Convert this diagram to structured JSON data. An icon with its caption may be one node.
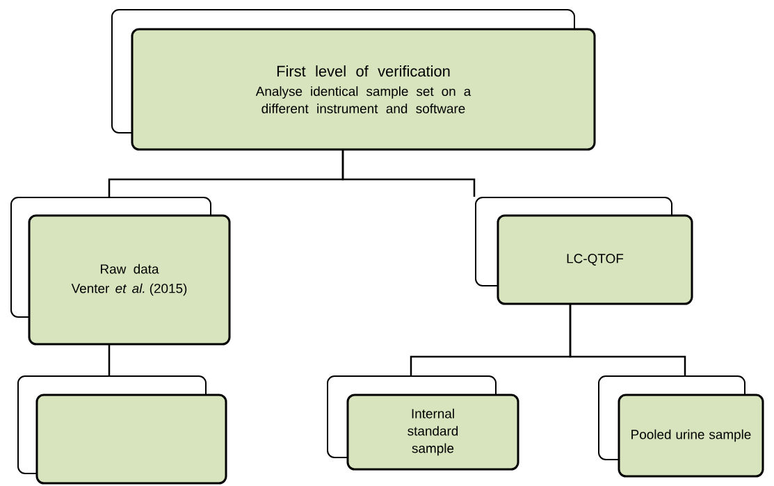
{
  "diagram": {
    "nodes": [
      {
        "text": [
          "First level of verification",
          "Analyse identical sample set on a different instrument and software"
        ]
      },
      {
        "text": [
          "Raw data",
          "Venter *et al.* (2015)"
        ]
      },
      {
        "text": [],
        "shape": "box"
      },
      {
        "text": [
          "LC-QTOF"
        ]
      },
      {
        "text": [
          "Internal standard sample"
        ]
      },
      {
        "text": [
          "Pooled urine sample"
        ]
      }
    ],
    "edges": [
      {
        "from": 0,
        "to": 1,
        "arrow": "none"
      },
      {
        "from": 0,
        "to": 3,
        "arrow": "none"
      },
      {
        "from": 1,
        "to": 2,
        "arrow": "none"
      },
      {
        "from": 3,
        "to": 4,
        "arrow": "none"
      },
      {
        "from": 3,
        "to": 5,
        "arrow": "none"
      }
    ]
  }
}
